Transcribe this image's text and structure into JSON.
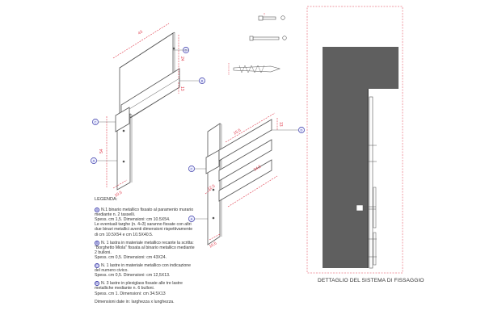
{
  "labels": {
    "a": "A",
    "b": "B",
    "c": "C",
    "d": "D"
  },
  "dimensions": {
    "d43": "43",
    "d24": "24",
    "d13": "13",
    "d54": "54",
    "d10_5": "10,5",
    "d15_5": "15,5",
    "d12_5": "12,5",
    "d34_5": "34,5",
    "d10_5b": "10,5"
  },
  "legend": {
    "title": "LEGENDA:",
    "items": [
      {
        "id": "A",
        "lines": [
          "N.1 binario metallico fissato al paramento murario",
          "mediante n. 2 tasselli.",
          "Spess. cm 1,5. Dimensioni: cm 10.5X54.",
          "Le eventuali targhe (n. 4÷3) saranno fissate con altri",
          "due binari metallici aventi dimensioni rispettivamente",
          "di cm 10.5X54 e cm 10.5X40.5."
        ]
      },
      {
        "id": "B",
        "lines": [
          "N. 1 lastra in materiale metallico recante la scritta:",
          "\"Borghetto Miola\" fissata al binario metallico mediante",
          "2 bulloni.",
          "Spess. cm 0,5. Dimensioni: cm 43X24."
        ]
      },
      {
        "id": "C",
        "lines": [
          "N. 1 lastre in materiale metallico con indicazione",
          "del numero civico.",
          "Spess. cm 0,5. Dimensioni: cm 12,5X13."
        ]
      },
      {
        "id": "D",
        "lines": [
          "N. 3 lastre in plexiglass fissate alle tre lastre",
          "metalliche mediante n. 6 bulloni.",
          "Spess. cm 1. Dimensioni: cm 34.5X13"
        ]
      }
    ],
    "footer": "Dimensioni date in:  larghezza x lunghezza."
  },
  "detail": {
    "title": "DETTAGLIO DEL SISTEMA DI FISSAGGIO"
  },
  "colors": {
    "line": "#555555",
    "dimension": "#e0394a",
    "badge": "#3a3aa8",
    "wall": "#5f5f5f"
  }
}
